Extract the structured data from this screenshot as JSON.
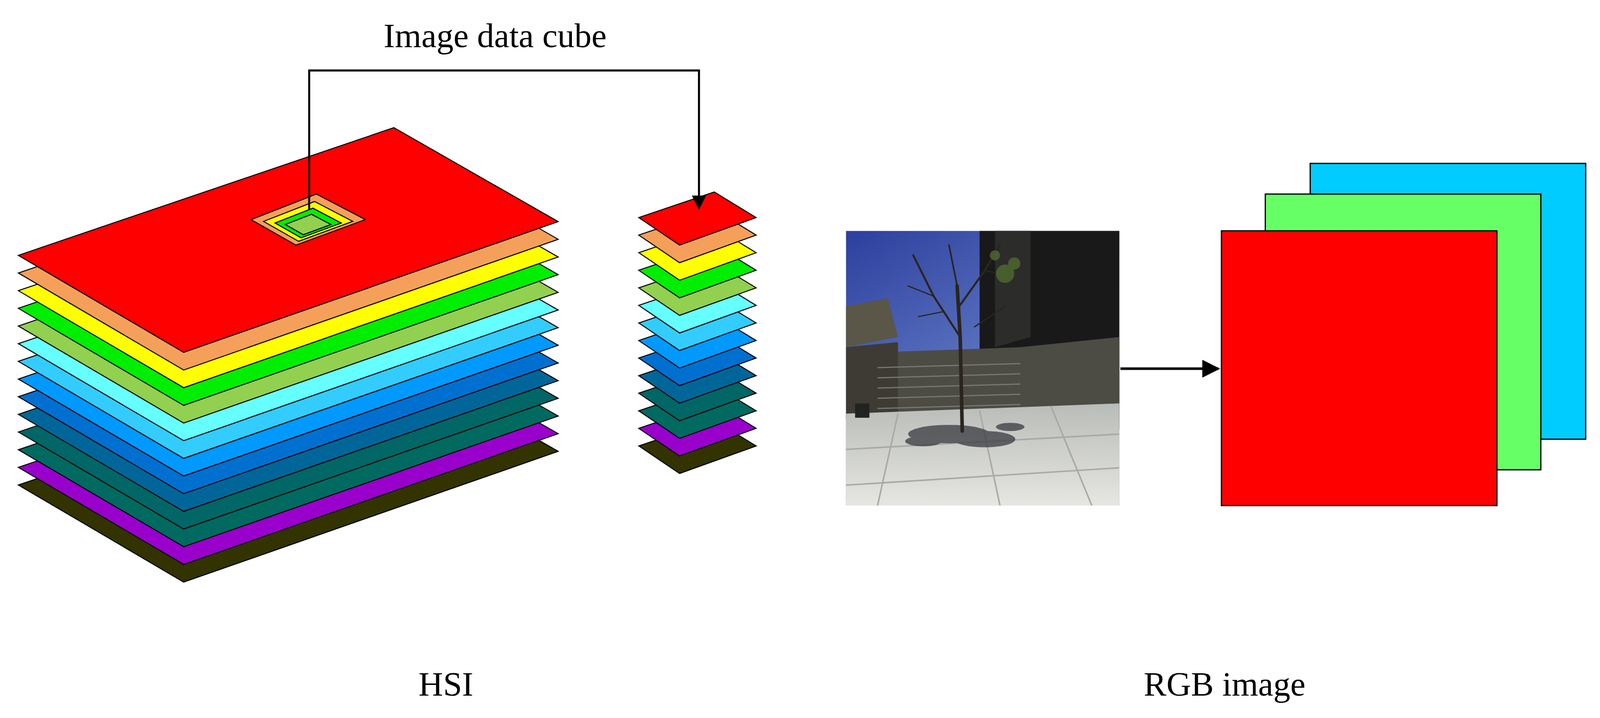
{
  "diagram": {
    "labels": [
      "Image data cube",
      "HSI",
      "RGB image"
    ]
  }
}
